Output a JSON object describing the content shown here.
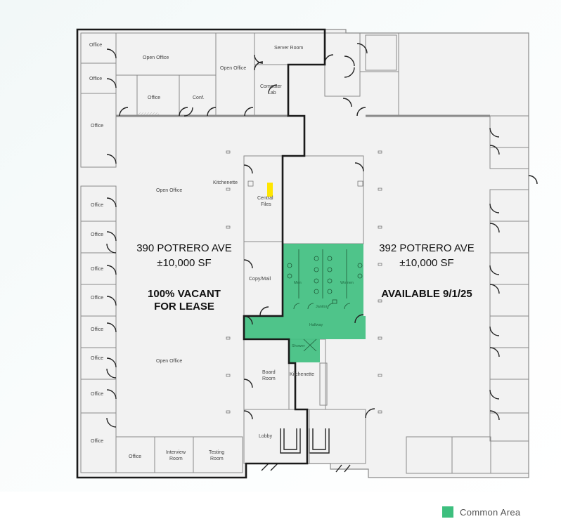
{
  "colors": {
    "common_area": "#3dbf7e",
    "highlight_yellow": "#ffe600",
    "floor_fill": "#f2f2f2"
  },
  "left_suite": {
    "address": "390 POTRERO AVE",
    "size": "±10,000 SF",
    "status_line1": "100% VACANT",
    "status_line2": "FOR LEASE"
  },
  "right_suite": {
    "address": "392 POTRERO AVE",
    "size": "±10,000 SF",
    "status": "AVAILABLE 9/1/25"
  },
  "rooms": {
    "office": "Office",
    "open_office": "Open Office",
    "conf": "Conf.",
    "server_room": "Server Room",
    "computer": "Computer",
    "lab": "Lab",
    "kitchenette": "Kitchenette",
    "central": "Central",
    "files": "Files",
    "copy_mail": "Copy/Mail",
    "board": "Board",
    "room": "Room",
    "interview": "Interview",
    "testing": "Testing",
    "lobby": "Lobby"
  },
  "common_area_labels": {
    "men": "Men",
    "women": "Women",
    "janitor": "Janitor",
    "hallway": "Hallway",
    "shower": "Shower"
  },
  "legend": {
    "label": "Common Area"
  }
}
